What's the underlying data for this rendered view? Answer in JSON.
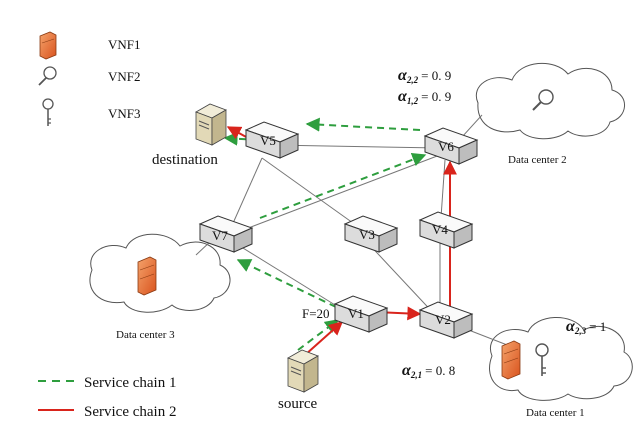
{
  "legend_vnf": [
    {
      "label": "VNF1",
      "icon": "firewall-icon"
    },
    {
      "label": "VNF2",
      "icon": "magnifier-icon"
    },
    {
      "label": "VNF3",
      "icon": "key-icon"
    }
  ],
  "nodes": {
    "v1": "V1",
    "v2": "V2",
    "v3": "V3",
    "v4": "V4",
    "v5": "V5",
    "v6": "V6",
    "v7": "V7"
  },
  "labels": {
    "destination": "destination",
    "source": "source",
    "flow": "F=20"
  },
  "datacenters": {
    "dc1": "Data center 1",
    "dc2": "Data center 2",
    "dc3": "Data center 3"
  },
  "alphas": {
    "a22": {
      "symbol": "α",
      "sub": "2,2",
      "value": "=  0. 9"
    },
    "a12": {
      "symbol": "α",
      "sub": "1,2",
      "value": "=  0. 9"
    },
    "a23": {
      "symbol": "α",
      "sub": "2,3",
      "value": "=  1"
    },
    "a21": {
      "symbol": "α",
      "sub": "2,1",
      "value": "=  0. 8"
    }
  },
  "legend_chain": [
    {
      "label": "Service chain 1",
      "color": "#2e9e3e",
      "style": "dashed"
    },
    {
      "label": "Service chain 2",
      "color": "#d9241c",
      "style": "solid"
    }
  ],
  "colors": {
    "chain1": "#2e9e3e",
    "chain2": "#d9241c",
    "firewall": "#e8622a",
    "router": "#eaeaea"
  }
}
